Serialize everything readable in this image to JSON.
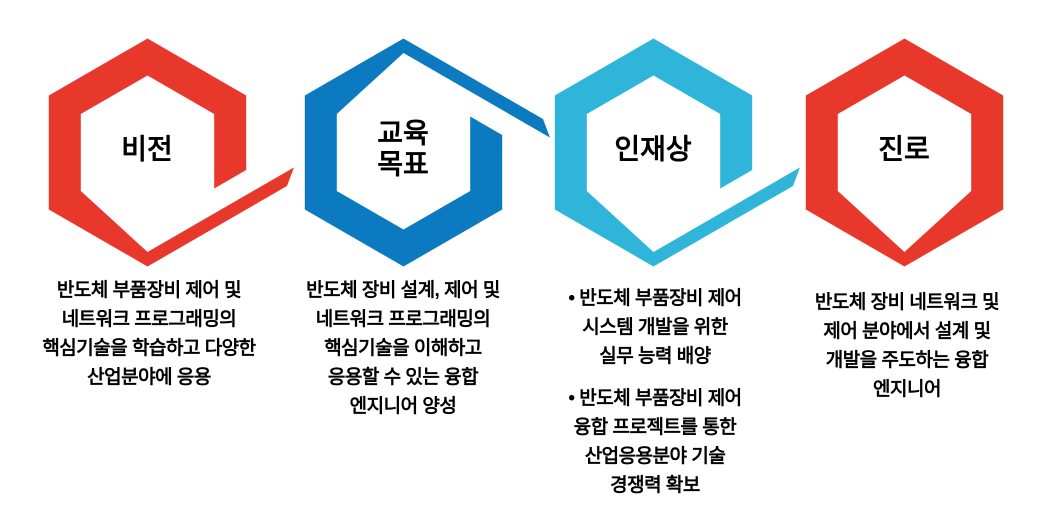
{
  "page": {
    "background": "#ffffff"
  },
  "columns": [
    {
      "id": "vision",
      "label_lines": [
        "비전"
      ],
      "color": "#e8382c",
      "shape": "hexagon-ring-with-tail",
      "lines": [
        "반도체 부품장비 제어 및",
        "네트워크 프로그래밍의",
        "핵심기술을 학습하고 다양한",
        "산업분야에 응용"
      ]
    },
    {
      "id": "education-goal",
      "label_lines": [
        "교육",
        "목표"
      ],
      "color": "#0b7ac1",
      "shape": "hexagon-ring-with-tail-flipped",
      "lines": [
        "반도체 장비 설계, 제어 및",
        "네트워크 프로그래밍의",
        "핵심기술을 이해하고",
        "응용할 수 있는 융합",
        "엔지니어 양성"
      ]
    },
    {
      "id": "talent",
      "label_lines": [
        "인재상"
      ],
      "color": "#2eb5d9",
      "shape": "hexagon-ring-with-tail",
      "bullets": [
        {
          "lines": [
            "• 반도체 부품장비 제어",
            "시스템 개발을 위한",
            "실무 능력 배양"
          ]
        },
        {
          "lines": [
            "• 반도체 부품장비 제어",
            "융합 프로젝트를 통한",
            "산업응용분야 기술",
            "경쟁력 확보"
          ]
        }
      ]
    },
    {
      "id": "career",
      "label_lines": [
        "진로"
      ],
      "color": "#e8382c",
      "shape": "hexagon-ring-closed",
      "lines": [
        "반도체 장비 네트워크 및",
        "제어 분야에서 설계 및",
        "개발을 주도하는 융합",
        "엔지니어"
      ]
    }
  ]
}
